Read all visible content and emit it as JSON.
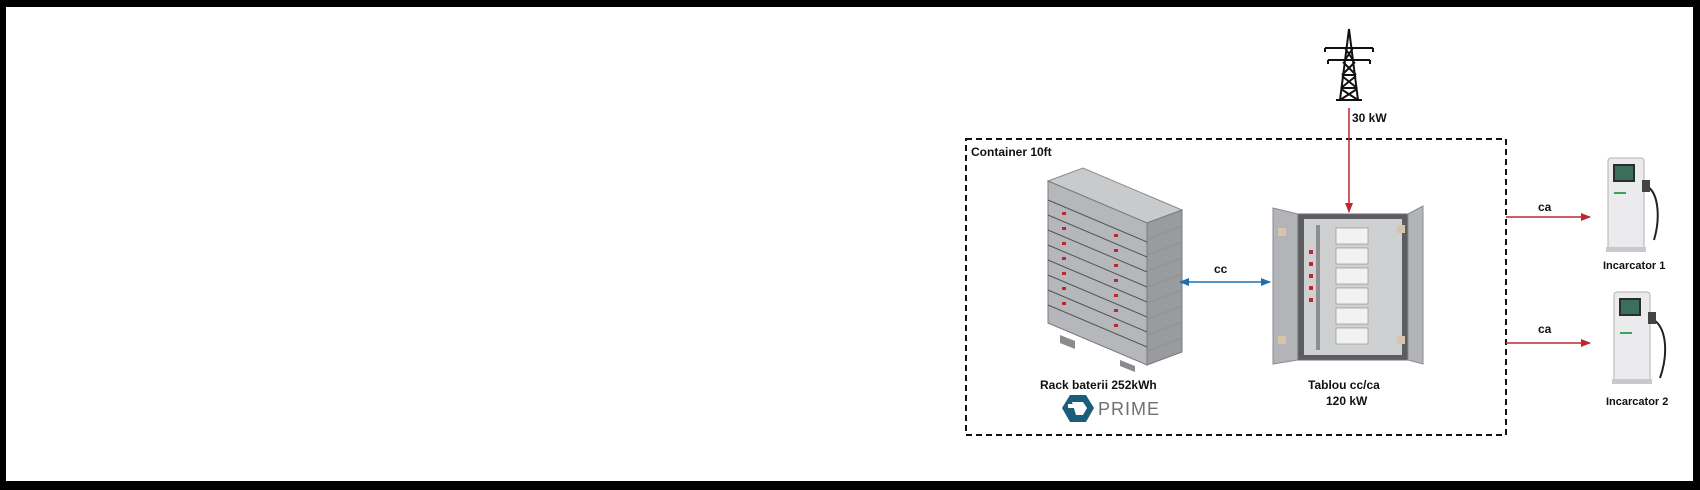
{
  "diagram": {
    "container_label": "Container 10ft",
    "grid_power_label": "30 kW",
    "dc_link_label": "cc",
    "battery": {
      "label": "Rack baterii 252kWh",
      "brand": "PRIME"
    },
    "cabinet": {
      "label_line1": "Tablou cc/ca",
      "label_line2": "120 kW"
    },
    "chargers": [
      {
        "ac_label": "ca",
        "label": "Incarcator 1"
      },
      {
        "ac_label": "ca",
        "label": "Incarcator 2"
      }
    ]
  },
  "colors": {
    "ac_arrow": "#c0262d",
    "dc_arrow": "#1f6fae",
    "brand": "#1b5e7a",
    "frame": "#000000"
  },
  "icons": [
    "power-tower-icon",
    "battery-rack-icon",
    "cabinet-icon",
    "ev-charger-icon",
    "prime-logo-icon"
  ]
}
